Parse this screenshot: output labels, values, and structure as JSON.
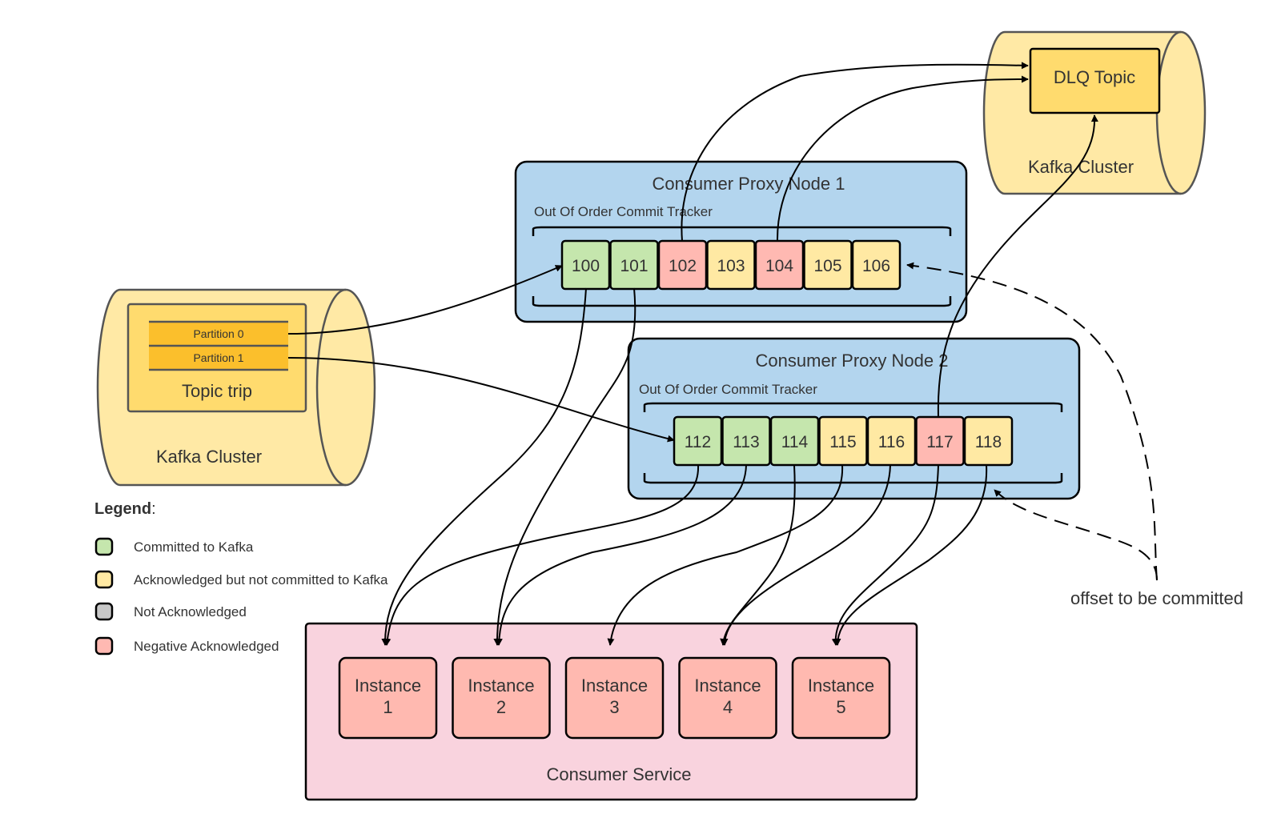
{
  "colors": {
    "committed": "#c5e6ad",
    "acknowledged": "#ffe9a3",
    "not_acknowledged": "#c8c8c8",
    "negative": "#ffb9b2",
    "proxy_bg": "#b3d5ee",
    "cluster_bg": "#ffe9a5",
    "topic_bg": "#ffdb6e",
    "partition_bg": "#fbbf2c",
    "service_bg": "#f9d3de",
    "instance_bg": "#ffb9b0"
  },
  "kafka_left": {
    "label": "Kafka Cluster",
    "topic_label": "Topic trip",
    "partitions": [
      "Partition 0",
      "Partition 1"
    ]
  },
  "kafka_right": {
    "label": "Kafka Cluster",
    "dlq_label": "DLQ Topic"
  },
  "proxy1": {
    "title": "Consumer Proxy Node 1",
    "tracker_label": "Out Of Order Commit Tracker",
    "cells": [
      {
        "label": "100",
        "state": "committed"
      },
      {
        "label": "101",
        "state": "committed"
      },
      {
        "label": "102",
        "state": "negative"
      },
      {
        "label": "103",
        "state": "acknowledged"
      },
      {
        "label": "104",
        "state": "negative"
      },
      {
        "label": "105",
        "state": "acknowledged"
      },
      {
        "label": "106",
        "state": "acknowledged"
      }
    ]
  },
  "proxy2": {
    "title": "Consumer Proxy Node 2",
    "tracker_label": "Out Of Order Commit Tracker",
    "cells": [
      {
        "label": "112",
        "state": "committed"
      },
      {
        "label": "113",
        "state": "committed"
      },
      {
        "label": "114",
        "state": "committed"
      },
      {
        "label": "115",
        "state": "acknowledged"
      },
      {
        "label": "116",
        "state": "acknowledged"
      },
      {
        "label": "117",
        "state": "negative"
      },
      {
        "label": "118",
        "state": "acknowledged"
      }
    ]
  },
  "service": {
    "label": "Consumer Service",
    "instances": [
      {
        "line1": "Instance",
        "line2": "1"
      },
      {
        "line1": "Instance",
        "line2": "2"
      },
      {
        "line1": "Instance",
        "line2": "3"
      },
      {
        "line1": "Instance",
        "line2": "4"
      },
      {
        "line1": "Instance",
        "line2": "5"
      }
    ]
  },
  "annotation": "offset to be committed",
  "legend": {
    "title": "Legend",
    "title_suffix": ":",
    "items": [
      {
        "label": "Committed to Kafka",
        "state": "committed"
      },
      {
        "label": "Acknowledged but not committed  to Kafka",
        "state": "acknowledged"
      },
      {
        "label": "Not Acknowledged",
        "state": "not_acknowledged"
      },
      {
        "label": "Negative Acknowledged",
        "state": "negative"
      }
    ]
  }
}
